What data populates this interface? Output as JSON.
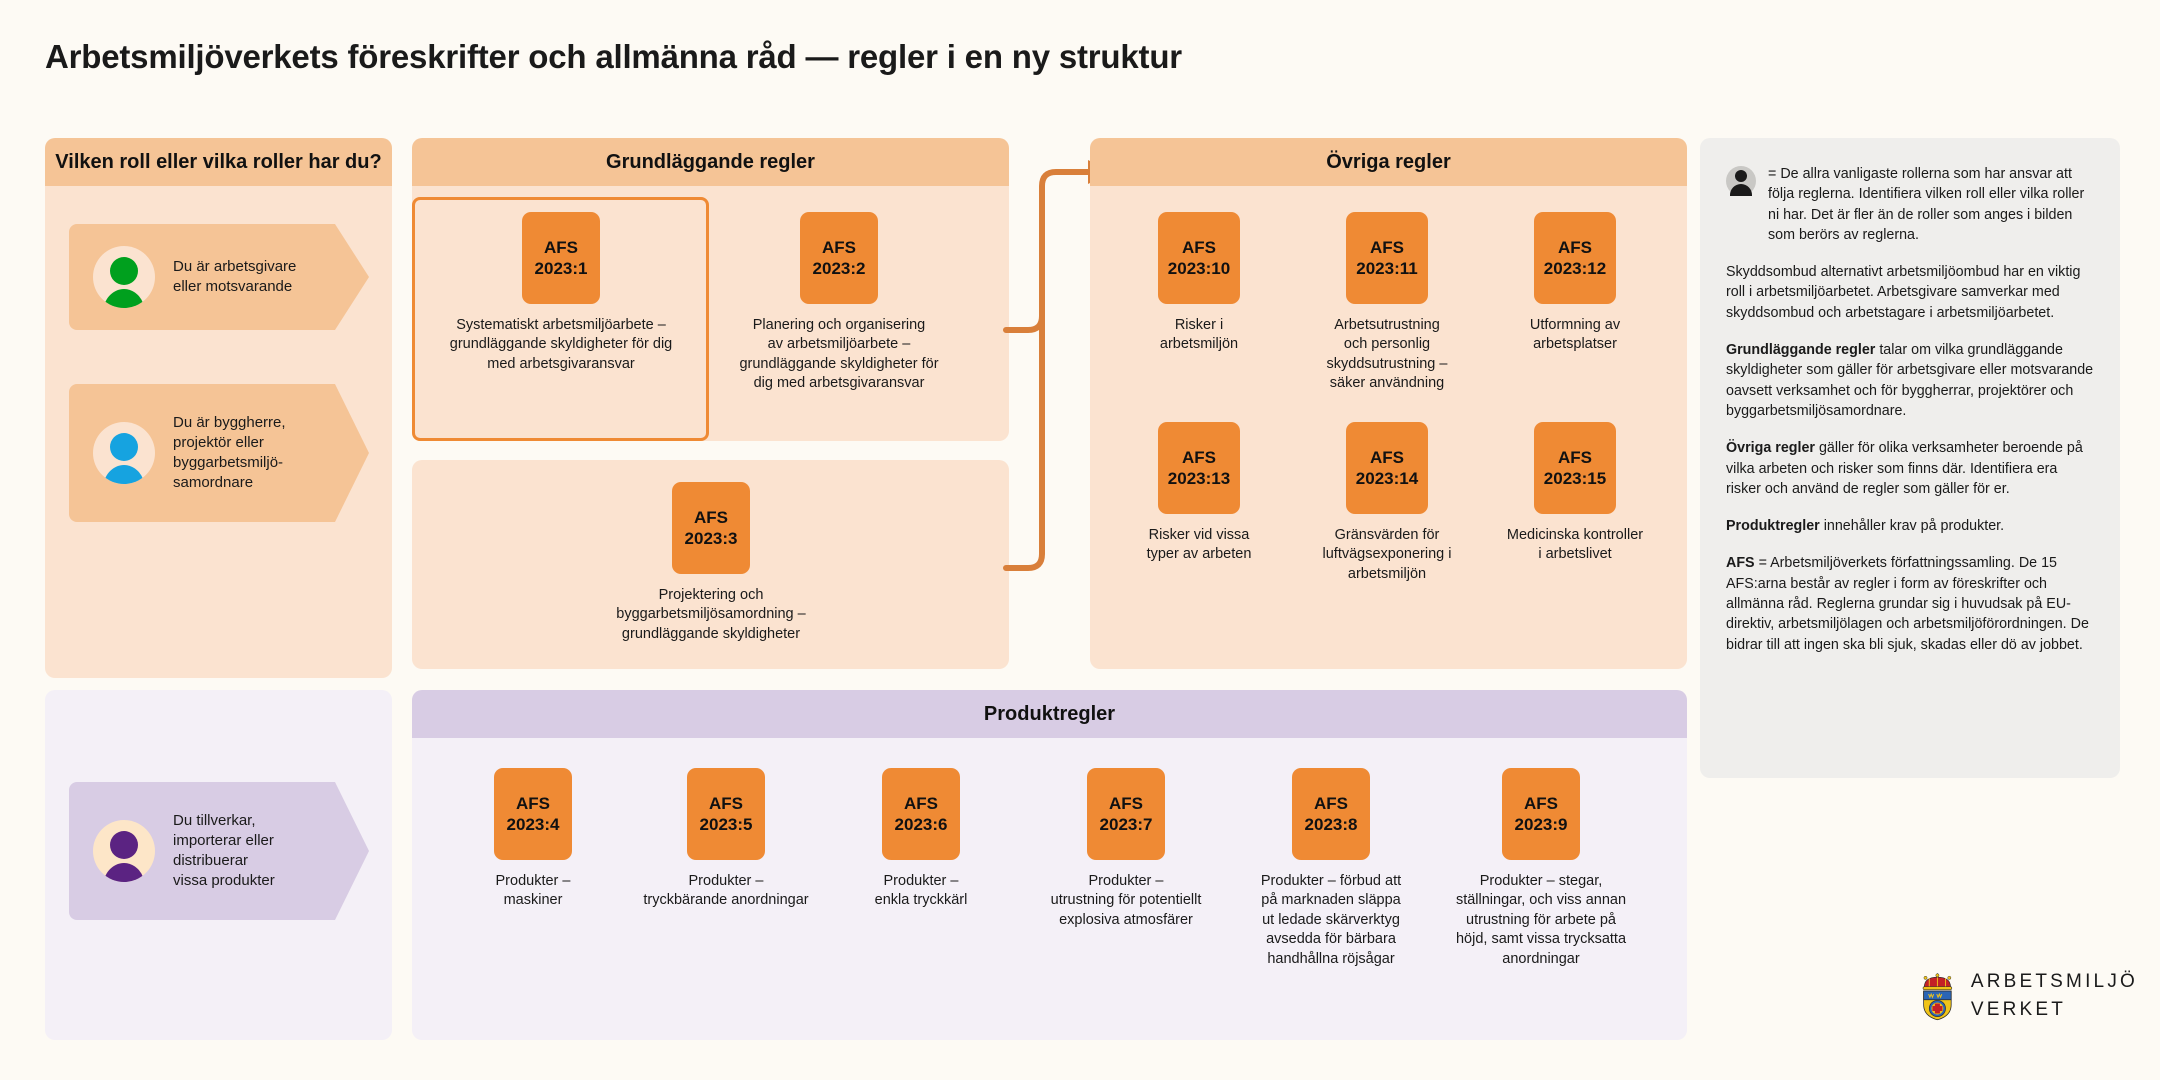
{
  "title": "Arbetsmiljöverkets föreskrifter och allmänna råd — regler i en ny struktur",
  "roles_panel": {
    "heading": "Vilken roll eller vilka roller har du?",
    "items": [
      {
        "label": "Du är arbetsgivare\neller motsvarande",
        "avatar_color": "#00a01e",
        "avatar_bg": "#fbe3d0",
        "chip_tone": "orange"
      },
      {
        "label": "Du är byggherre,\nprojektör eller\nbyggarbetsmiljö-\nsamordnare",
        "avatar_color": "#16a3e0",
        "avatar_bg": "#fbe3d0",
        "chip_tone": "orange"
      },
      {
        "label": "Du tillverkar,\nimporterar eller\ndistribuerar\nvissa produkter",
        "avatar_color": "#5b2382",
        "avatar_bg": "#fde6c8",
        "chip_tone": "purple"
      }
    ]
  },
  "grundlaggande": {
    "heading": "Grundläggande regler",
    "cards": [
      {
        "code_line1": "AFS",
        "code_line2": "2023:1",
        "caption": "Systematiskt arbetsmiljöarbete –\ngrundläggande skyldigheter för dig\nmed arbetsgivaransvar",
        "highlighted": true
      },
      {
        "code_line1": "AFS",
        "code_line2": "2023:2",
        "caption": "Planering och organisering\nav arbetsmiljöarbete –\ngrundläggande skyldigheter för\ndig med arbetsgivaransvar",
        "highlighted": false
      }
    ],
    "cards_row2": [
      {
        "code_line1": "AFS",
        "code_line2": "2023:3",
        "caption": "Projektering och\nbyggarbetsmiljösamordning –\ngrundläggande skyldigheter",
        "highlighted": false
      }
    ]
  },
  "ovriga": {
    "heading": "Övriga regler",
    "cards": [
      {
        "code_line1": "AFS",
        "code_line2": "2023:10",
        "caption": "Risker i\narbetsmiljön"
      },
      {
        "code_line1": "AFS",
        "code_line2": "2023:11",
        "caption": "Arbetsutrustning\noch personlig\nskyddsutrustning –\nsäker användning"
      },
      {
        "code_line1": "AFS",
        "code_line2": "2023:12",
        "caption": "Utformning av\narbetsplatser"
      },
      {
        "code_line1": "AFS",
        "code_line2": "2023:13",
        "caption": "Risker vid vissa\ntyper av arbeten"
      },
      {
        "code_line1": "AFS",
        "code_line2": "2023:14",
        "caption": "Gränsvärden för\nluftvägsexponering i\narbetsmiljön"
      },
      {
        "code_line1": "AFS",
        "code_line2": "2023:15",
        "caption": "Medicinska kontroller\ni arbetslivet"
      }
    ]
  },
  "produktregler": {
    "heading": "Produktregler",
    "cards": [
      {
        "code_line1": "AFS",
        "code_line2": "2023:4",
        "caption": "Produkter –\nmaskiner"
      },
      {
        "code_line1": "AFS",
        "code_line2": "2023:5",
        "caption": "Produkter –\ntryckbärande anordningar"
      },
      {
        "code_line1": "AFS",
        "code_line2": "2023:6",
        "caption": "Produkter –\nenkla tryckkärl"
      },
      {
        "code_line1": "AFS",
        "code_line2": "2023:7",
        "caption": "Produkter –\nutrustning för potentiellt\nexplosiva atmosfärer"
      },
      {
        "code_line1": "AFS",
        "code_line2": "2023:8",
        "caption": "Produkter – förbud att\npå marknaden släppa\nut ledade skärverktyg\navsedda för bärbara\nhandhållna röjsågar"
      },
      {
        "code_line1": "AFS",
        "code_line2": "2023:9",
        "caption": "Produkter – stegar,\nställningar, och viss annan\nutrustning för arbete på\nhöjd, samt vissa trycksatta\nanordningar"
      }
    ]
  },
  "info": {
    "para_roles": "= De allra vanligaste rollerna som har ansvar att följa reglerna. Identifiera vilken roll eller vilka roller ni har. Det är fler än de roller som anges i bilden som berörs av reglerna.",
    "para_skyddsombud": "Skyddsombud alternativt arbetsmiljöombud har en viktig roll i arbetsmiljöarbetet. Arbetsgivare samverkar med skyddsombud och arbetstagare i arbetsmiljöarbetet.",
    "grund_term": "Grundläggande regler",
    "grund_text": " talar om vilka grundläggande skyldigheter som gäller för arbetsgivare eller motsvarande oavsett verksamhet och för byggherrar, projektörer och byggarbetsmiljösamordnare.",
    "ovriga_term": "Övriga regler",
    "ovriga_text": " gäller för olika verksamheter beroende på vilka arbeten och risker som finns där. Identifiera era risker och använd de regler som gäller för er.",
    "produkt_term": "Produktregler",
    "produkt_text": " innehåller krav på produkter.",
    "afs_term": "AFS",
    "afs_text": " = Arbetsmiljöverkets författningssamling. De 15 AFS:arna består av regler i form av föreskrifter och allmänna råd. Reglerna grundar sig i huvudsak på EU-direktiv, arbetsmiljölagen och arbetsmiljöförordningen. De bidrar till att ingen ska bli sjuk, skadas eller dö av jobbet."
  },
  "logo": {
    "line1": "ARBETSMILJÖ",
    "line2": "VERKET"
  },
  "colors": {
    "accent_orange": "#ef8a34",
    "head_orange": "#f5c496",
    "body_orange": "#fbe3d0",
    "head_purple": "#d8cce4",
    "body_purple": "#f4f0f7",
    "page_bg": "#fdfaf4",
    "info_bg": "#efeeec"
  }
}
